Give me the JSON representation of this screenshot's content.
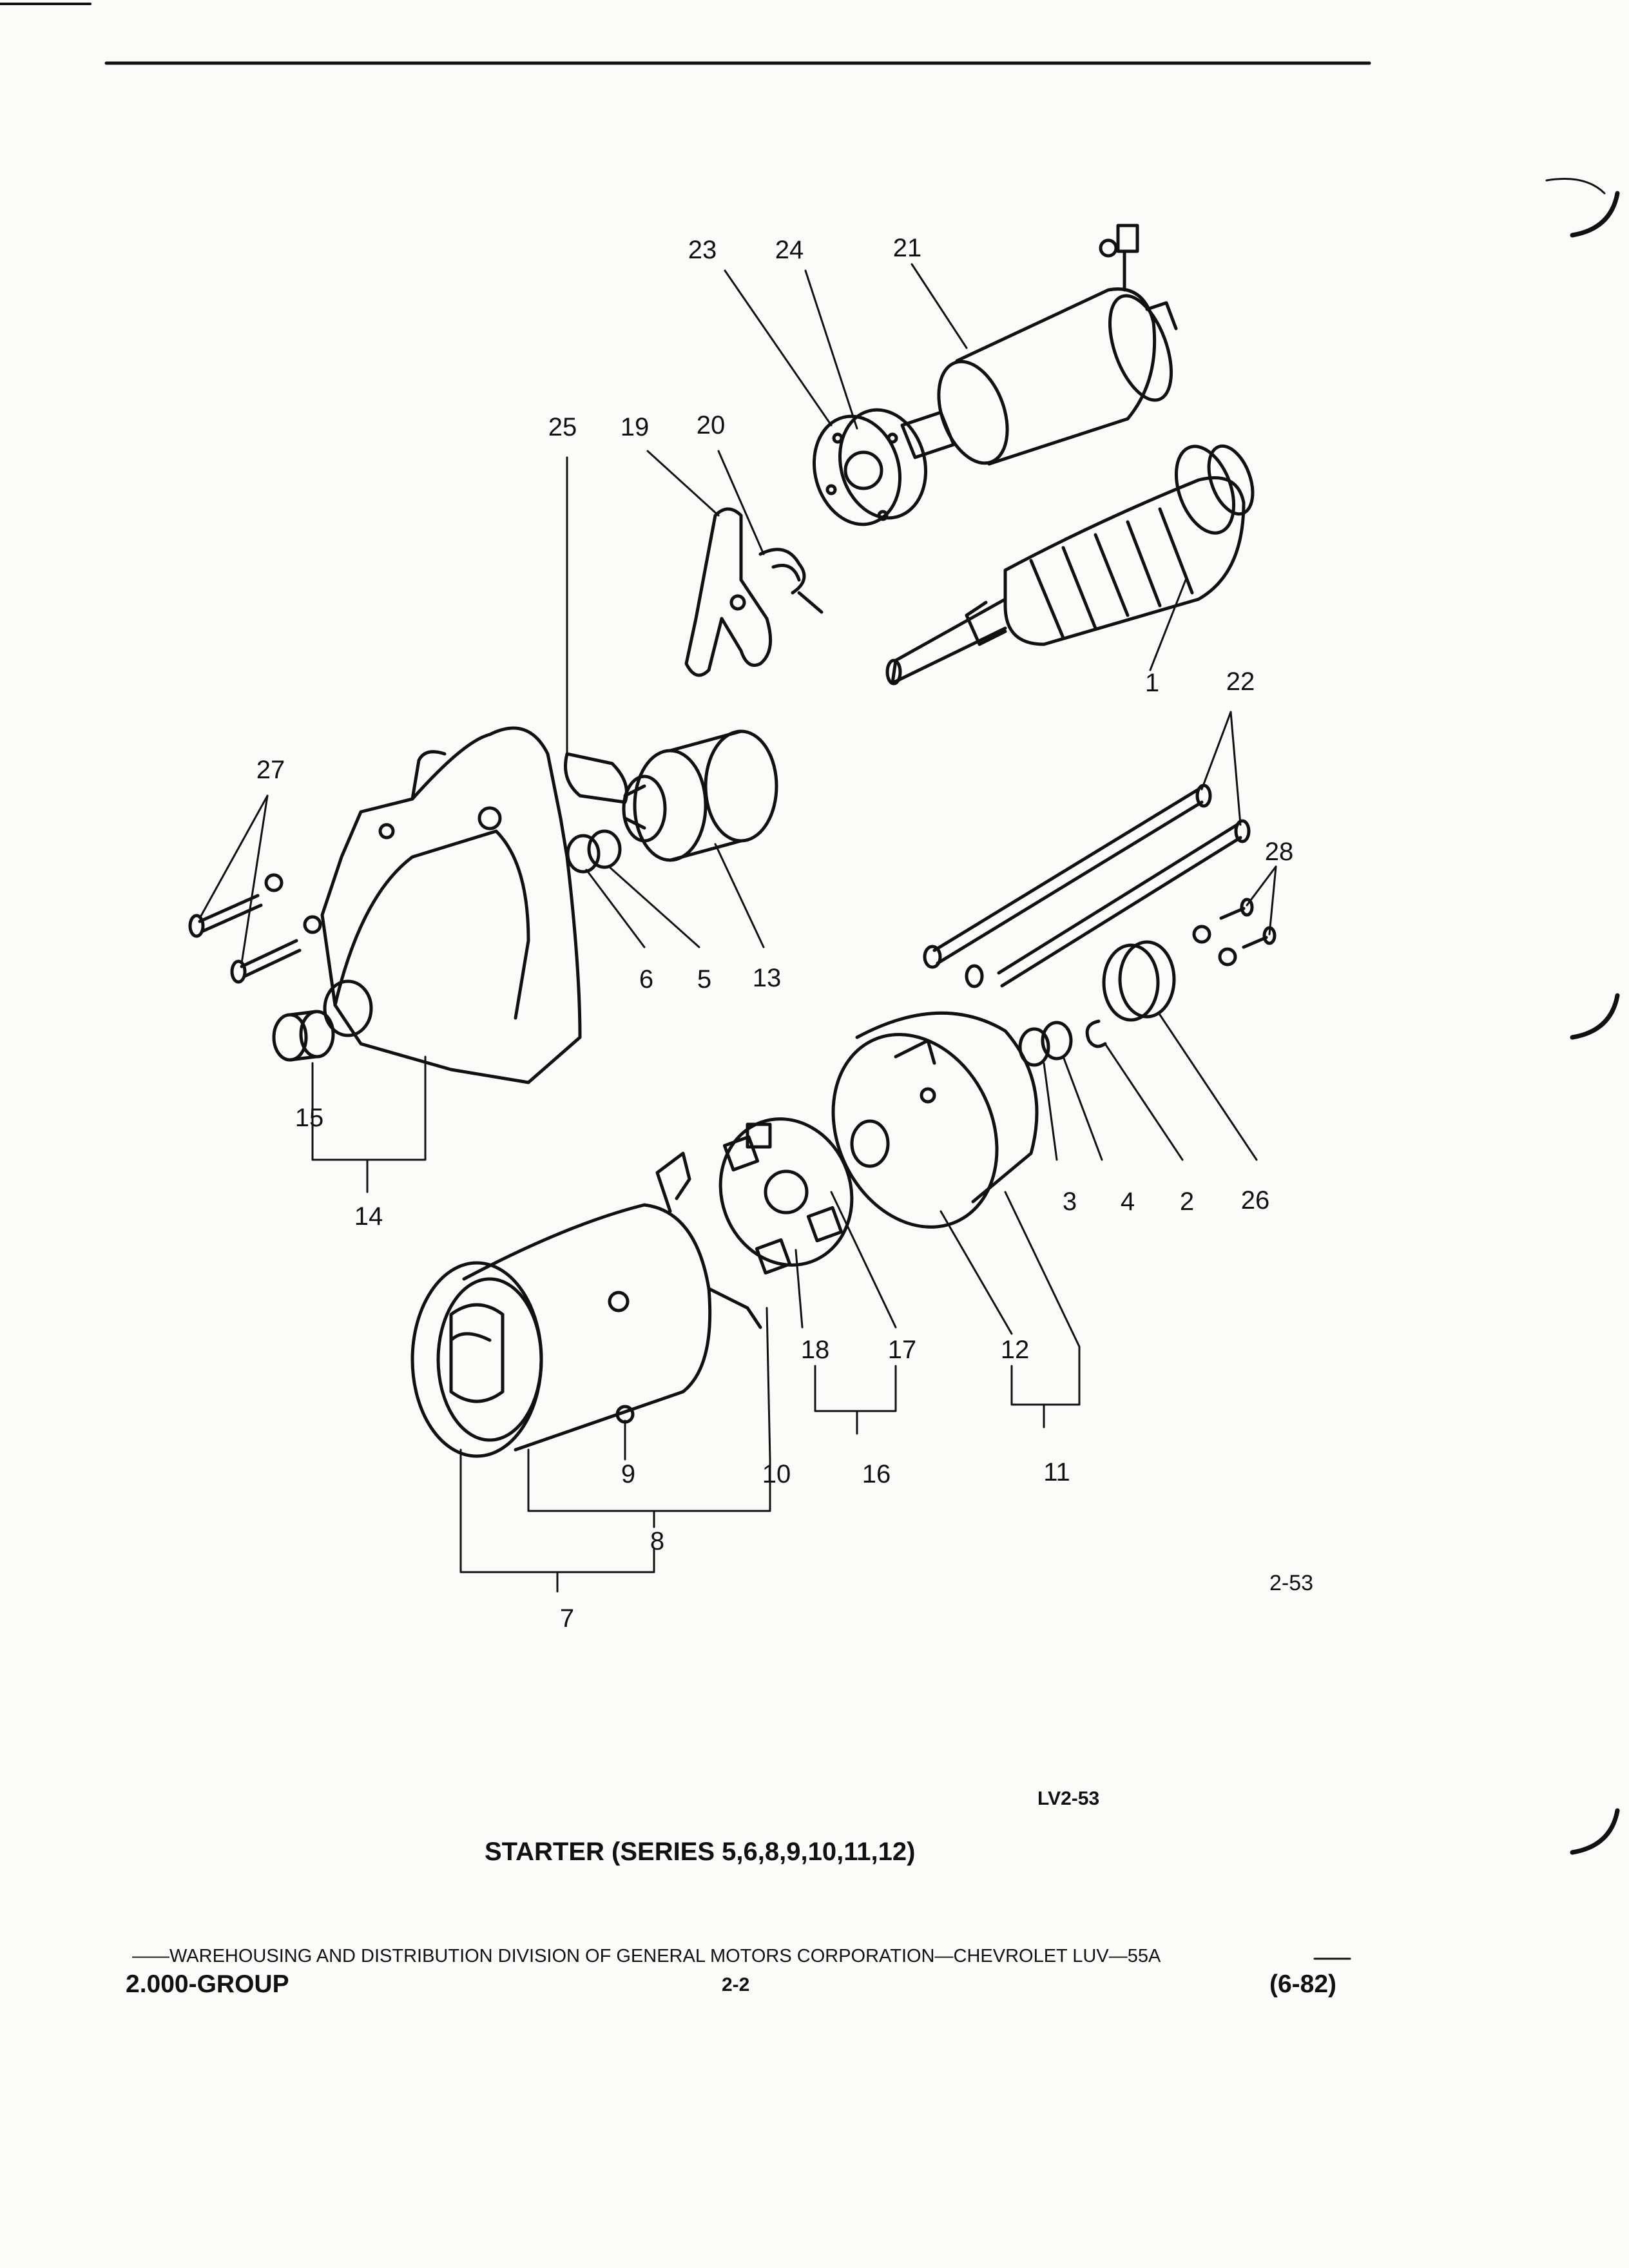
{
  "figure": {
    "callouts": [
      {
        "key": "c23",
        "text": "23"
      },
      {
        "key": "c24",
        "text": "24"
      },
      {
        "key": "c21",
        "text": "21"
      },
      {
        "key": "c25",
        "text": "25"
      },
      {
        "key": "c19",
        "text": "19"
      },
      {
        "key": "c20",
        "text": "20"
      },
      {
        "key": "c1",
        "text": "1"
      },
      {
        "key": "c22",
        "text": "22"
      },
      {
        "key": "c27",
        "text": "27"
      },
      {
        "key": "c28",
        "text": "28"
      },
      {
        "key": "c6",
        "text": "6"
      },
      {
        "key": "c5",
        "text": "5"
      },
      {
        "key": "c13",
        "text": "13"
      },
      {
        "key": "c15",
        "text": "15"
      },
      {
        "key": "c14",
        "text": "14"
      },
      {
        "key": "c3",
        "text": "3"
      },
      {
        "key": "c4",
        "text": "4"
      },
      {
        "key": "c2",
        "text": "2"
      },
      {
        "key": "c26",
        "text": "26"
      },
      {
        "key": "c18",
        "text": "18"
      },
      {
        "key": "c17",
        "text": "17"
      },
      {
        "key": "c12",
        "text": "12"
      },
      {
        "key": "c16",
        "text": "16"
      },
      {
        "key": "c11",
        "text": "11"
      },
      {
        "key": "c9",
        "text": "9"
      },
      {
        "key": "c10",
        "text": "10"
      },
      {
        "key": "c8",
        "text": "8"
      },
      {
        "key": "c7",
        "text": "7"
      }
    ],
    "figure_number": "2-53",
    "figure_code": "LV2-53"
  },
  "caption": "STARTER (SERIES 5,6,8,9,10,11,12)",
  "footer": {
    "division_line": "——WAREHOUSING AND DISTRIBUTION  DIVISION OF GENERAL MOTORS CORPORATION—CHEVROLET LUV—55A",
    "group": "2.000-GROUP",
    "page": "2-2",
    "date_code": "(6-82)"
  },
  "colors": {
    "ink": "#111111",
    "paper": "#fbfbfa"
  }
}
